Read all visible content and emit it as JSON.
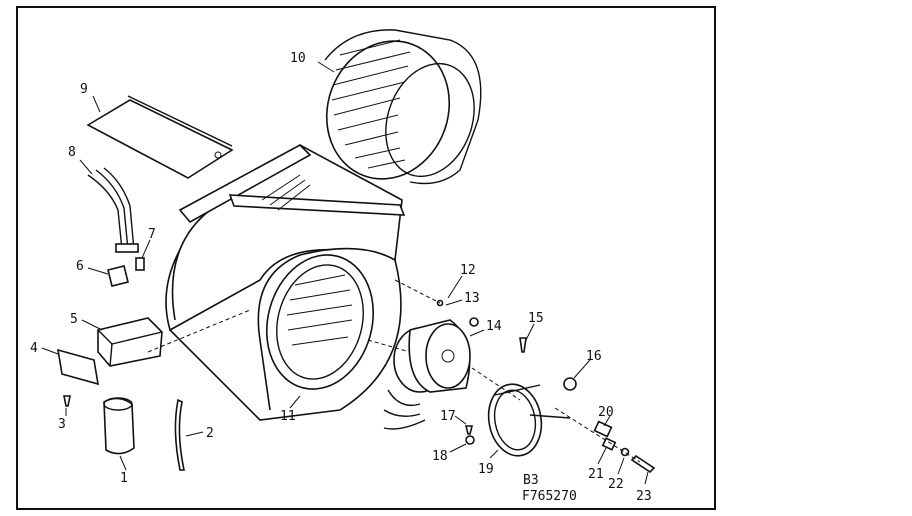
{
  "callouts": {
    "c1": "1",
    "c2": "2",
    "c3": "3",
    "c4": "4",
    "c5": "5",
    "c6": "6",
    "c7": "7",
    "c8": "8",
    "c9": "9",
    "c10": "10",
    "c11": "11",
    "c12": "12",
    "c13": "13",
    "c14": "14",
    "c15": "15",
    "c16": "16",
    "c17": "17",
    "c18": "18",
    "c19": "19",
    "c20": "20",
    "c21": "21",
    "c22": "22",
    "c23": "23"
  },
  "diagram_code": {
    "line1": "B3",
    "line2": "F765270"
  }
}
